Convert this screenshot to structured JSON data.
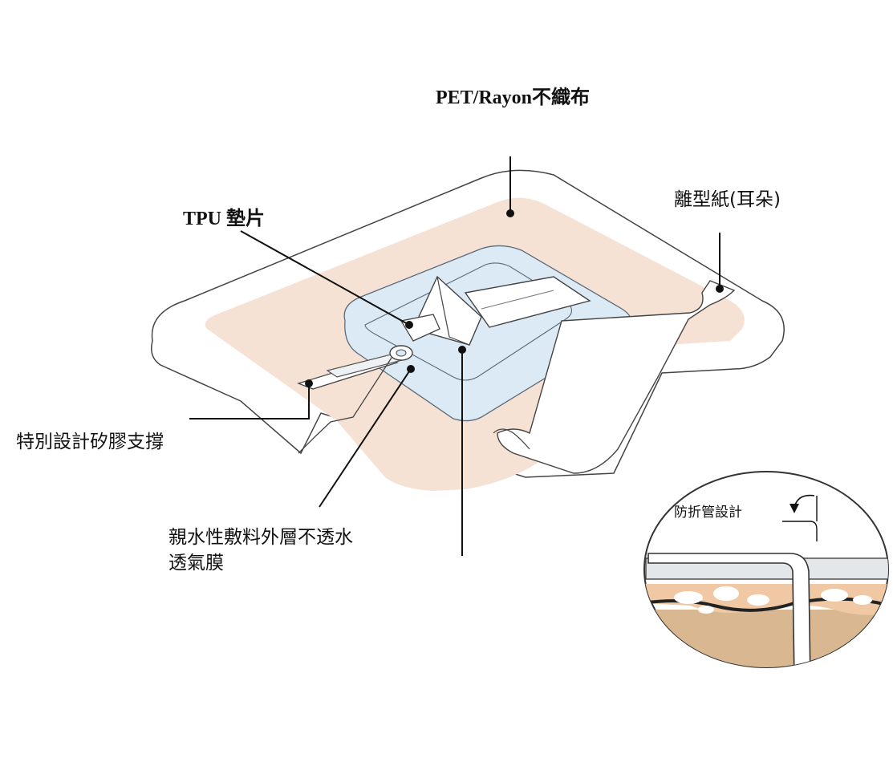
{
  "diagram": {
    "labels": {
      "pet_rayon": "PET/Rayon不織布",
      "tpu_pad": "TPU 墊片",
      "release_paper": "離型紙(耳朵)",
      "silicone_support": "特別設計矽膠支撐",
      "film_line1": "親水性敷料外層不透水",
      "film_line2": "透氣膜",
      "anti_kink": "防折管設計"
    },
    "colors": {
      "nonwoven": "#f6e2d4",
      "hydrocolloid_film": "#dceaf5",
      "release_paper": "#ffffff",
      "outline": "#444444",
      "leader_line": "#111111",
      "foam_layer": "#f0c9a4",
      "foam_base": "#d9b891",
      "foam_bubbles": "#ffffff"
    }
  }
}
